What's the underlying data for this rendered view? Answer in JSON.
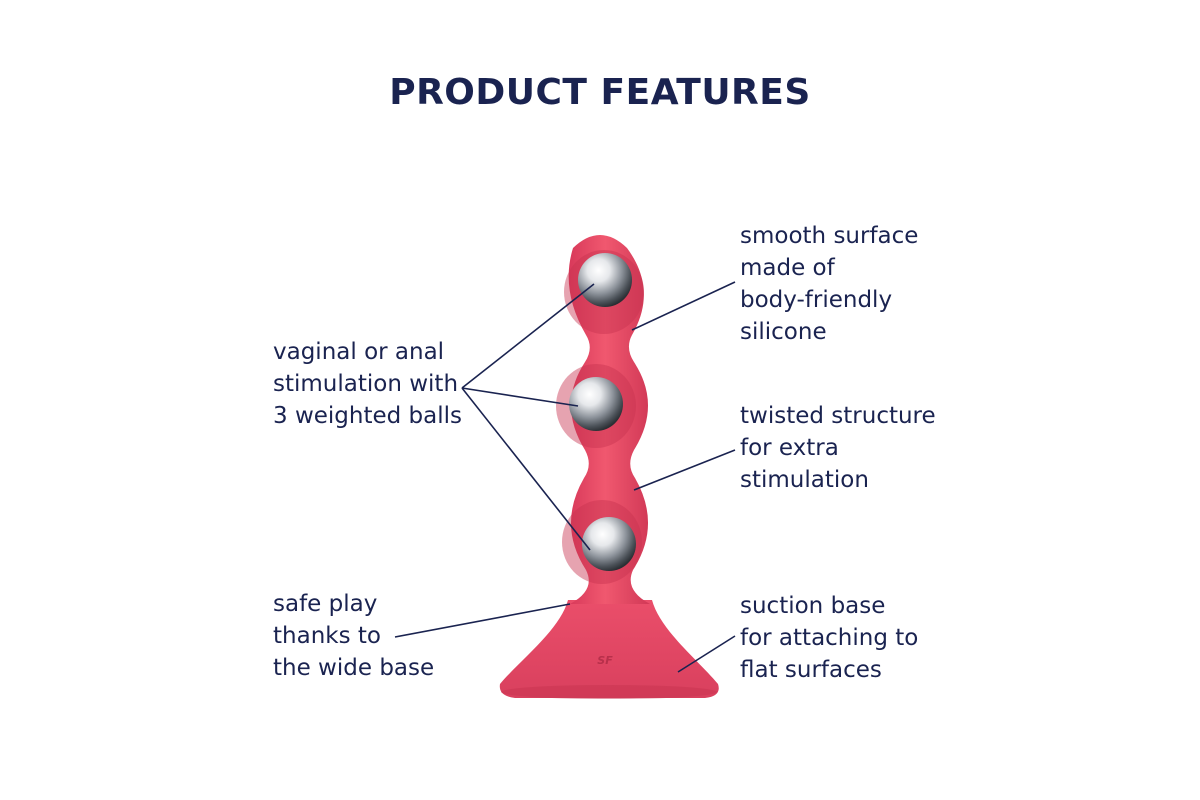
{
  "title": "PRODUCT FEATURES",
  "product_logo": "SF",
  "colors": {
    "title": "#1a2350",
    "text": "#1a2350",
    "product_body": "#e94a6a",
    "product_shadow": "#c7344f",
    "ball": "#c9ccd1",
    "background": "#ffffff"
  },
  "features": {
    "smooth_surface": [
      "smooth surface",
      "made of",
      "body-friendly",
      "silicone"
    ],
    "weighted_balls": [
      "vaginal or anal",
      "stimulation with",
      "3 weighted balls"
    ],
    "twisted_structure": [
      "twisted structure",
      "for extra",
      "stimulation"
    ],
    "safe_play": [
      "safe play",
      "thanks to",
      "the wide base"
    ],
    "suction_base": [
      "suction base",
      "for attaching to",
      "flat surfaces"
    ]
  }
}
